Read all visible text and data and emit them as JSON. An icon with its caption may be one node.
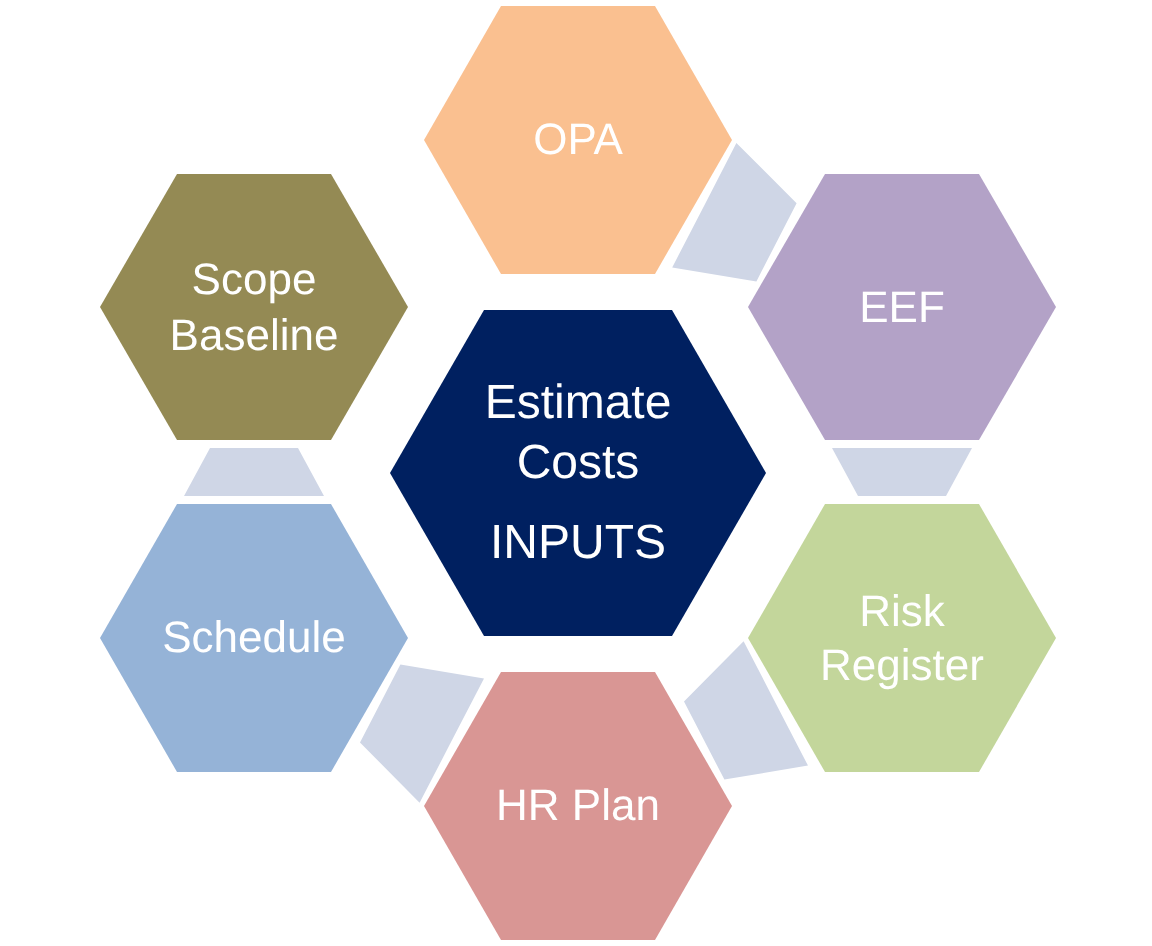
{
  "diagram": {
    "nodes": [
      {
        "text": [
          "OPA"
        ]
      },
      {
        "text": [
          "Scope Baseline"
        ]
      },
      {
        "text": [
          "EEF"
        ]
      },
      {
        "text": [
          "Estimate Costs",
          "INPUTS"
        ]
      },
      {
        "text": [
          "Schedule"
        ]
      },
      {
        "text": [
          "Risk Register"
        ]
      },
      {
        "text": [
          "HR Plan"
        ]
      }
    ],
    "edges": [
      {
        "from": 0,
        "to": 2,
        "arrow": "none"
      },
      {
        "from": 2,
        "to": 5,
        "arrow": "none"
      },
      {
        "from": 5,
        "to": 6,
        "arrow": "none"
      },
      {
        "from": 6,
        "to": 4,
        "arrow": "none"
      },
      {
        "from": 4,
        "to": 1,
        "arrow": "none"
      }
    ]
  }
}
